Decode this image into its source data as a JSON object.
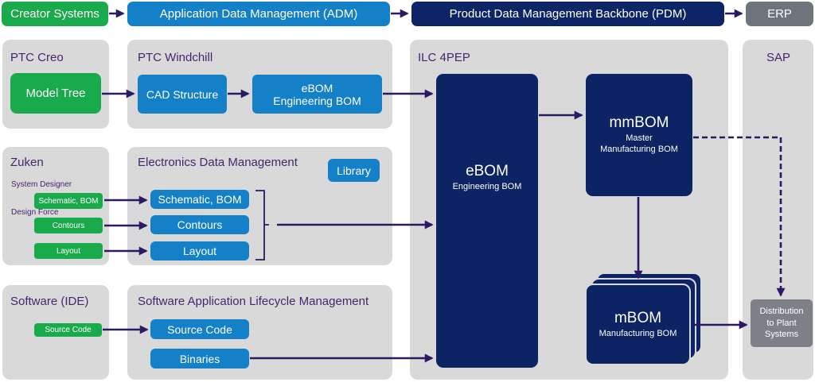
{
  "colors": {
    "green": "#19ab4b",
    "blue": "#1480c8",
    "navy_bar": "#0d2467",
    "navy_box": "#0c2364",
    "panel_gray": "#d9d9d9",
    "erp_gray": "#6e747b",
    "distribution_gray": "#7d8187",
    "arrow_purple": "#2d1863",
    "title_purple": "#45266e"
  },
  "top_bar": {
    "creator_systems": "Creator Systems",
    "adm": "Application Data Management (ADM)",
    "pdm": "Product Data Management Backbone (PDM)",
    "erp": "ERP"
  },
  "creo": {
    "title": "PTC Creo",
    "model_tree": "Model Tree"
  },
  "windchill": {
    "title": "PTC Windchill",
    "cad_structure": "CAD Structure",
    "ebom_title": "eBOM",
    "ebom_subtitle": "Engineering BOM"
  },
  "zuken": {
    "title": "Zuken",
    "system_designer_label": "System Designer",
    "schematic_bom": "Schematic, BOM",
    "design_force_label": "Design Force",
    "contours": "Contours",
    "layout": "Layout"
  },
  "edm": {
    "title": "Electronics Data Management",
    "library": "Library",
    "schematic_bom": "Schematic, BOM",
    "contours": "Contours",
    "layout": "Layout"
  },
  "software_ide": {
    "title": "Software (IDE)",
    "source_code": "Source Code"
  },
  "salm": {
    "title": "Software Application Lifecycle Management",
    "source_code": "Source Code",
    "binaries": "Binaries"
  },
  "ilc": {
    "title": "ILC 4PEP",
    "ebom_title": "eBOM",
    "ebom_subtitle": "Engineering BOM",
    "mmbom_title": "mmBOM",
    "mmbom_subtitle_line1": "Master",
    "mmbom_subtitle_line2": "Manufacturing BOM",
    "mbom_title": "mBOM",
    "mbom_subtitle": "Manufacturing BOM"
  },
  "sap": {
    "title": "SAP",
    "distribution_line1": "Distribution",
    "distribution_line2": "to Plant",
    "distribution_line3": "Systems"
  }
}
